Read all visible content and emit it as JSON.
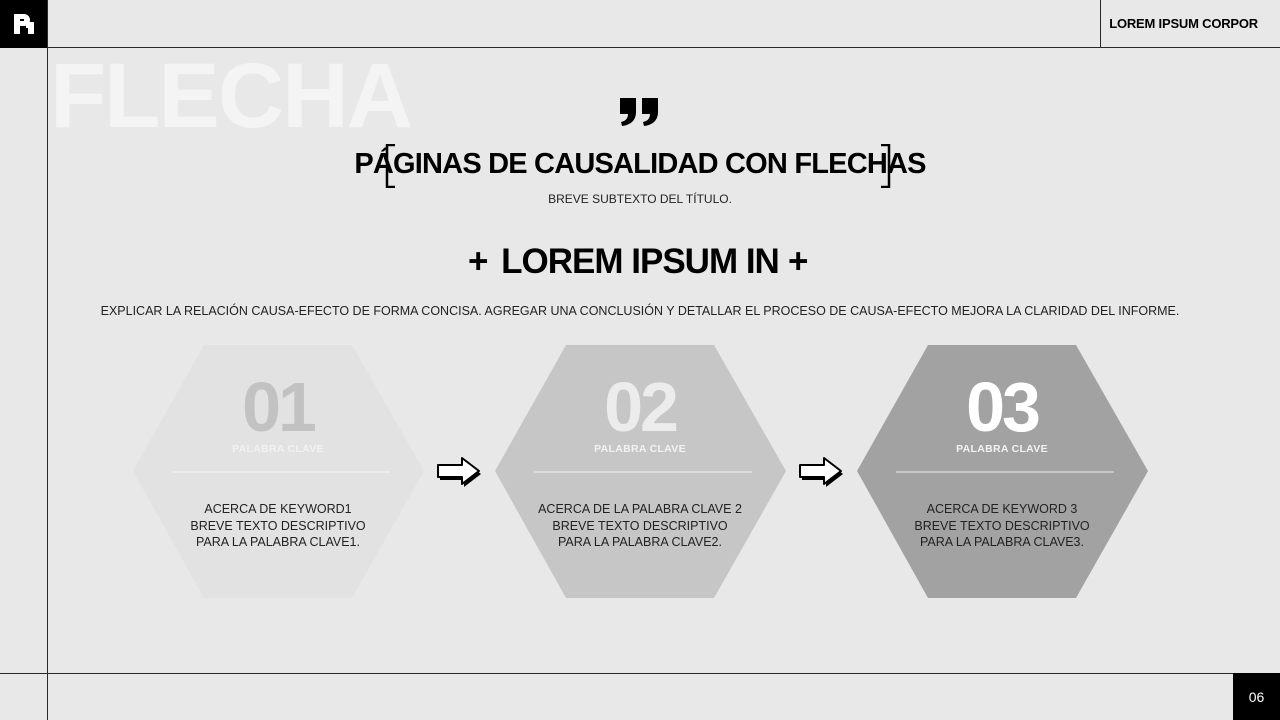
{
  "header": {
    "company": "LOREM IPSUM CORPOR"
  },
  "watermark": "FLECHA",
  "title": "PÁGINAS DE CAUSALIDAD CON FLECHAS",
  "subtitle": "BREVE SUBTEXTO DEL TÍTULO.",
  "section": {
    "heading": "LOREM IPSUM IN",
    "plus_symbol": "+",
    "description": "EXPLICAR LA RELACIÓN CAUSA-EFECTO DE FORMA CONCISA. AGREGAR UNA CONCLUSIÓN Y DETALLAR EL PROCESO DE CAUSA-EFECTO MEJORA LA CLARIDAD DEL INFORME."
  },
  "steps": [
    {
      "number": "01",
      "keyword": "PALABRA CLAVE",
      "lines": [
        "ACERCA DE KEYWORD1",
        "BREVE TEXTO DESCRIPTIVO",
        "PARA LA PALABRA CLAVE1."
      ],
      "fill": "#e2e2e2",
      "number_color": "#c2c2c2"
    },
    {
      "number": "02",
      "keyword": "PALABRA CLAVE",
      "lines": [
        "ACERCA DE LA PALABRA CLAVE 2",
        "BREVE TEXTO DESCRIPTIVO",
        "PARA LA PALABRA CLAVE2."
      ],
      "fill": "#c6c6c6",
      "number_color": "#ececec"
    },
    {
      "number": "03",
      "keyword": "PALABRA CLAVE",
      "lines": [
        "ACERCA DE KEYWORD 3",
        "BREVE TEXTO DESCRIPTIVO",
        "PARA LA PALABRA CLAVE3."
      ],
      "fill": "#a2a2a2",
      "number_color": "#ffffff"
    }
  ],
  "icons": {
    "logo": "brand-logo-icon",
    "quote": "quote-icon",
    "arrows": "right-arrow-icon"
  },
  "page_number": "06"
}
